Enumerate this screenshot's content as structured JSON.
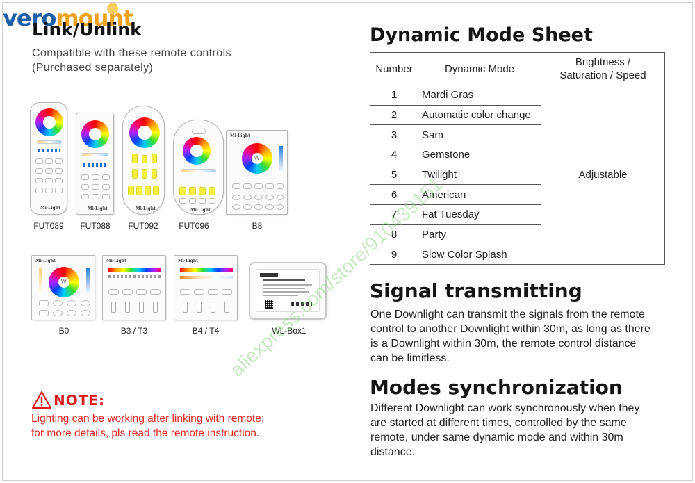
{
  "logo": {
    "part1": "vero",
    "part2": "mount"
  },
  "left": {
    "heading": "Link/Unlink",
    "compat_line1": "Compatible with these remote controls",
    "compat_line2": "(Purchased separately)",
    "remotes": [
      {
        "label": "FUT089"
      },
      {
        "label": "FUT088"
      },
      {
        "label": "FUT092"
      },
      {
        "label": "FUT096"
      },
      {
        "label": "B8"
      },
      {
        "label": "B0"
      },
      {
        "label": "B3 / T3"
      },
      {
        "label": "B4 / T4"
      },
      {
        "label": "WL-Box1"
      }
    ],
    "remote_brand": "Mi·Light",
    "wheel_center": "W",
    "note": {
      "title": "NOTE:",
      "line1": "Lighting can be working after linking with remote;",
      "line2": "for more details, pls read the remote instruction.",
      "color": "#e01a1a"
    }
  },
  "right": {
    "sheet_title": "Dynamic Mode Sheet",
    "table": {
      "headers": [
        "Number",
        "Dynamic Mode",
        "Brightness /",
        "Saturation / Speed"
      ],
      "rows": [
        {
          "num": "1",
          "mode": "Mardi Gras"
        },
        {
          "num": "2",
          "mode": "Automatic color change"
        },
        {
          "num": "3",
          "mode": "Sam"
        },
        {
          "num": "4",
          "mode": "Gemstone"
        },
        {
          "num": "5",
          "mode": "Twilight"
        },
        {
          "num": "6",
          "mode": "American"
        },
        {
          "num": "7",
          "mode": "Fat Tuesday"
        },
        {
          "num": "8",
          "mode": "Party"
        },
        {
          "num": "9",
          "mode": "Slow Color Splash"
        }
      ],
      "merged_value": "Adjustable"
    },
    "signal": {
      "title": "Signal transmitting",
      "lines": [
        "One Downlight can transmit the signals from the remote",
        "control to another Downlight within 30m, as long as there",
        "is a Downlight within 30m, the remote control distance",
        "can be limitless."
      ]
    },
    "sync": {
      "title": "Modes synchronization",
      "lines": [
        "Different Downlight can work synchronously when they",
        "are started at different times, controlled by the same",
        "remote, under same dynamic mode and within 30m",
        "distance."
      ]
    }
  },
  "watermark": "aliexpress.com/store/910439151"
}
